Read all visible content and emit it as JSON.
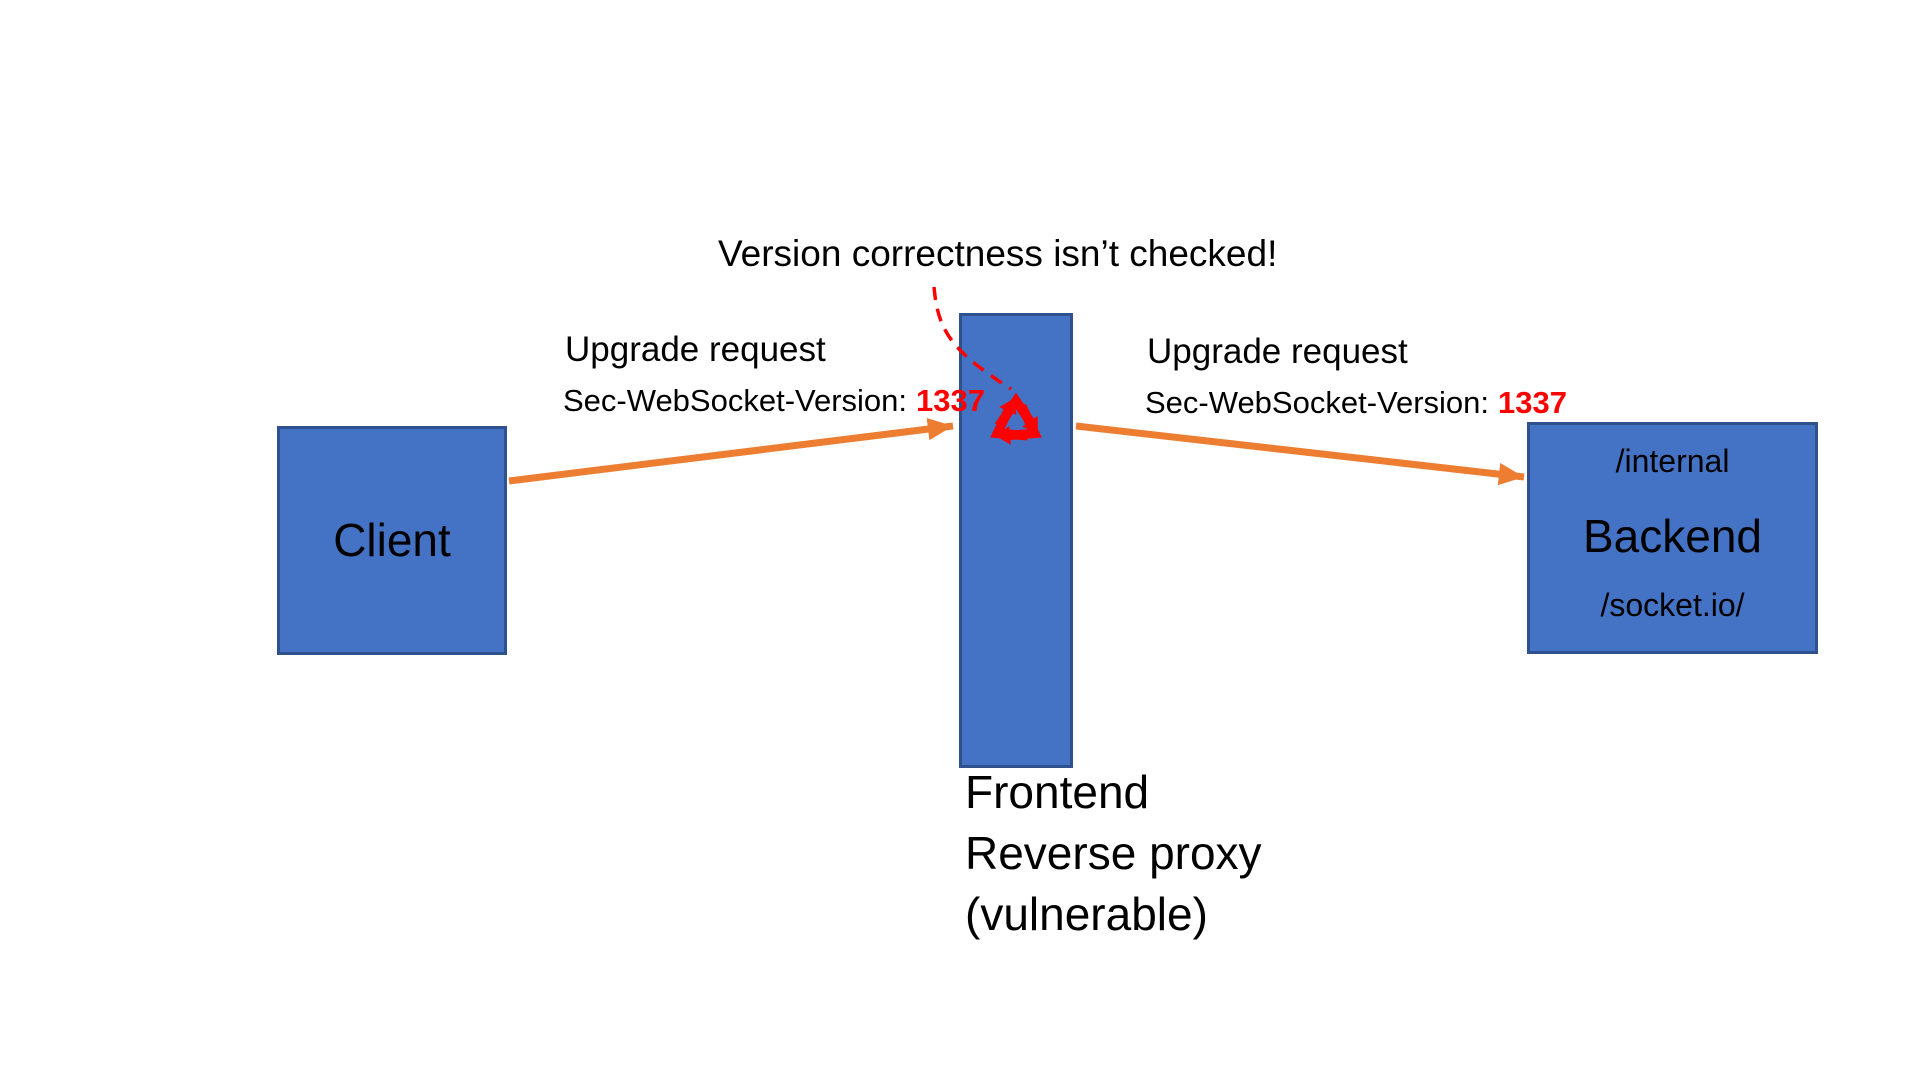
{
  "colors": {
    "node_fill": "#4472C4",
    "node_border": "#2F528F",
    "arrow_orange": "#ED7D31",
    "alert_red": "#FF0000",
    "text": "#000000"
  },
  "annotation": {
    "text": "Version correctness isn’t checked!"
  },
  "flow_left": {
    "title": "Upgrade request",
    "header_name": "Sec-WebSocket-Version:",
    "header_value": "1337"
  },
  "flow_right": {
    "title": "Upgrade request",
    "header_name": "Sec-WebSocket-Version:",
    "header_value": "1337"
  },
  "nodes": {
    "client": {
      "label": "Client"
    },
    "proxy": {
      "icon": "recycle-icon",
      "caption_lines": [
        "Frontend",
        "Reverse proxy",
        "(vulnerable)"
      ]
    },
    "backend": {
      "route_top": "/internal",
      "label": "Backend",
      "route_bottom": "/socket.io/"
    }
  }
}
